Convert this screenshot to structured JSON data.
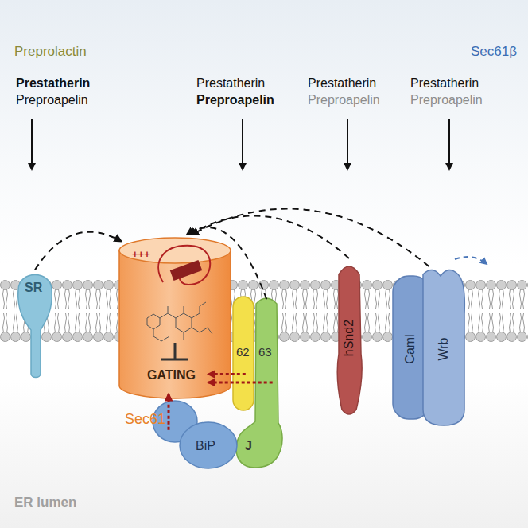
{
  "diagram": {
    "nodes": [
      {
        "text": [
          "SR"
        ]
      },
      {
        "text": [
          "GATING",
          "Sec61"
        ]
      },
      {
        "text": [
          "62"
        ]
      },
      {
        "text": [
          "63",
          "J"
        ]
      },
      {
        "text": [
          "BiP"
        ]
      },
      {
        "text": [
          "hSnd2"
        ]
      },
      {
        "text": [
          "Caml",
          "Wrb"
        ]
      }
    ],
    "edges": [
      {
        "from": 0,
        "to": 1,
        "arrow": "to"
      },
      {
        "from": 3,
        "to": 1,
        "arrow": "to"
      },
      {
        "from": 5,
        "to": 1,
        "arrow": "to"
      },
      {
        "from": 6,
        "to": 1,
        "arrow": "to"
      },
      {
        "from": 2,
        "to": 1,
        "arrow": "to"
      },
      {
        "from": 3,
        "to": 1,
        "arrow": "to"
      },
      {
        "from": 4,
        "to": 1,
        "arrow": "to"
      }
    ],
    "labels": [
      "Preprolactin",
      "Sec61β",
      "Prestatherin",
      "Preproapelin",
      "Prestatherin",
      "Preproapelin",
      "Prestatherin",
      "Preproapelin",
      "Prestatherin",
      "Preproapelin",
      "+++",
      "ER lumen"
    ]
  }
}
